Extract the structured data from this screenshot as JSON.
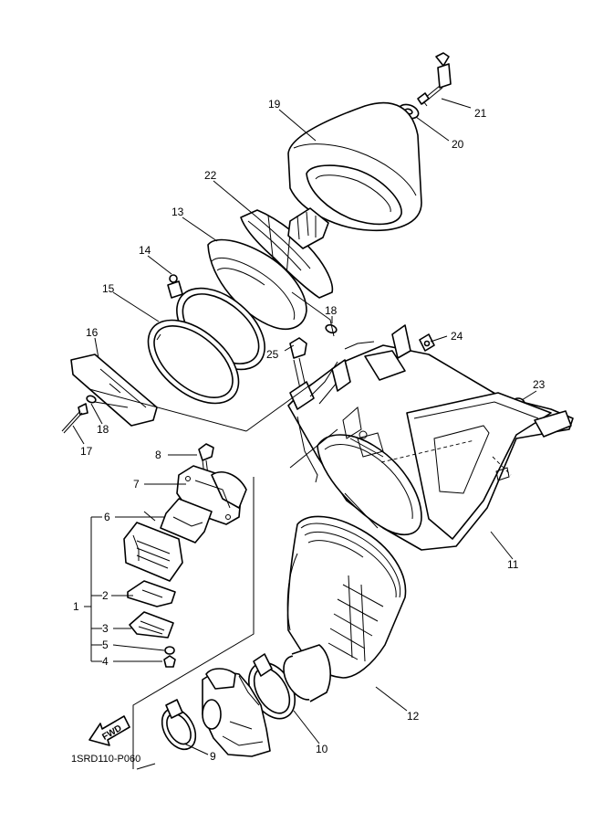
{
  "diagram_code": "1SRD110-P060",
  "fwd_label": "FWD",
  "callouts": [
    {
      "id": "1",
      "text": "1"
    },
    {
      "id": "2",
      "text": "2"
    },
    {
      "id": "3",
      "text": "3"
    },
    {
      "id": "4",
      "text": "4"
    },
    {
      "id": "5",
      "text": "5"
    },
    {
      "id": "6",
      "text": "6"
    },
    {
      "id": "7",
      "text": "7"
    },
    {
      "id": "8",
      "text": "8"
    },
    {
      "id": "9",
      "text": "9"
    },
    {
      "id": "10",
      "text": "10"
    },
    {
      "id": "11",
      "text": "11"
    },
    {
      "id": "12",
      "text": "12"
    },
    {
      "id": "13",
      "text": "13"
    },
    {
      "id": "14",
      "text": "14"
    },
    {
      "id": "15",
      "text": "15"
    },
    {
      "id": "16",
      "text": "16"
    },
    {
      "id": "17",
      "text": "17"
    },
    {
      "id": "18a",
      "text": "18"
    },
    {
      "id": "18b",
      "text": "18"
    },
    {
      "id": "19",
      "text": "19"
    },
    {
      "id": "20",
      "text": "20"
    },
    {
      "id": "21",
      "text": "21"
    },
    {
      "id": "22",
      "text": "22"
    },
    {
      "id": "23",
      "text": "23"
    },
    {
      "id": "24",
      "text": "24"
    },
    {
      "id": "25",
      "text": "25"
    }
  ]
}
